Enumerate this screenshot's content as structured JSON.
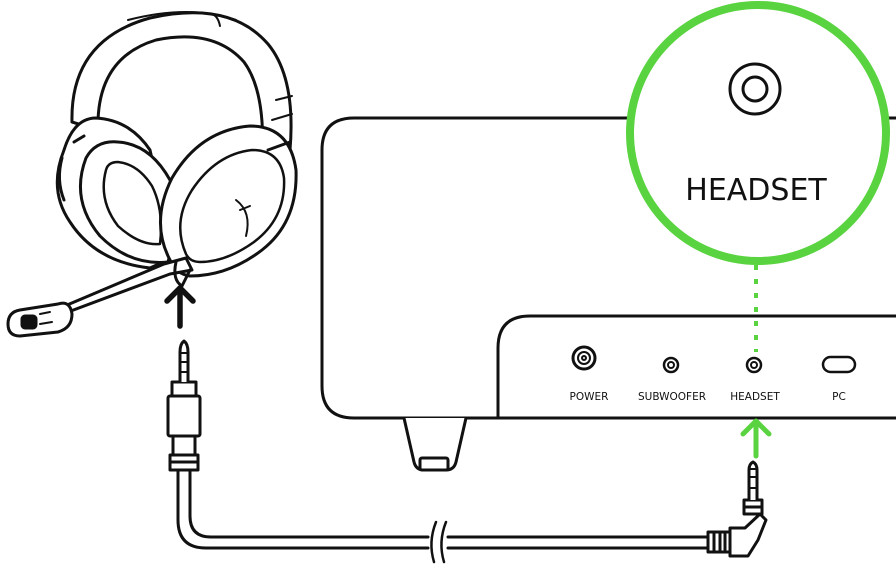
{
  "colors": {
    "line": "#111111",
    "accent": "#59d33f",
    "background": "#ffffff"
  },
  "ports": [
    {
      "label": "POWER",
      "icon": "power-jack-icon"
    },
    {
      "label": "SUBWOOFER",
      "icon": "subwoofer-jack-icon"
    },
    {
      "label": "HEADSET",
      "icon": "headset-jack-icon"
    },
    {
      "label": "PC",
      "icon": "usb-port-icon"
    }
  ],
  "zoom": {
    "label": "HEADSET",
    "icon": "headset-jack-icon"
  },
  "arrows": [
    {
      "name": "headset-connect-arrow",
      "color": "#111111"
    },
    {
      "name": "port-connect-arrow",
      "color": "#59d33f"
    }
  ]
}
